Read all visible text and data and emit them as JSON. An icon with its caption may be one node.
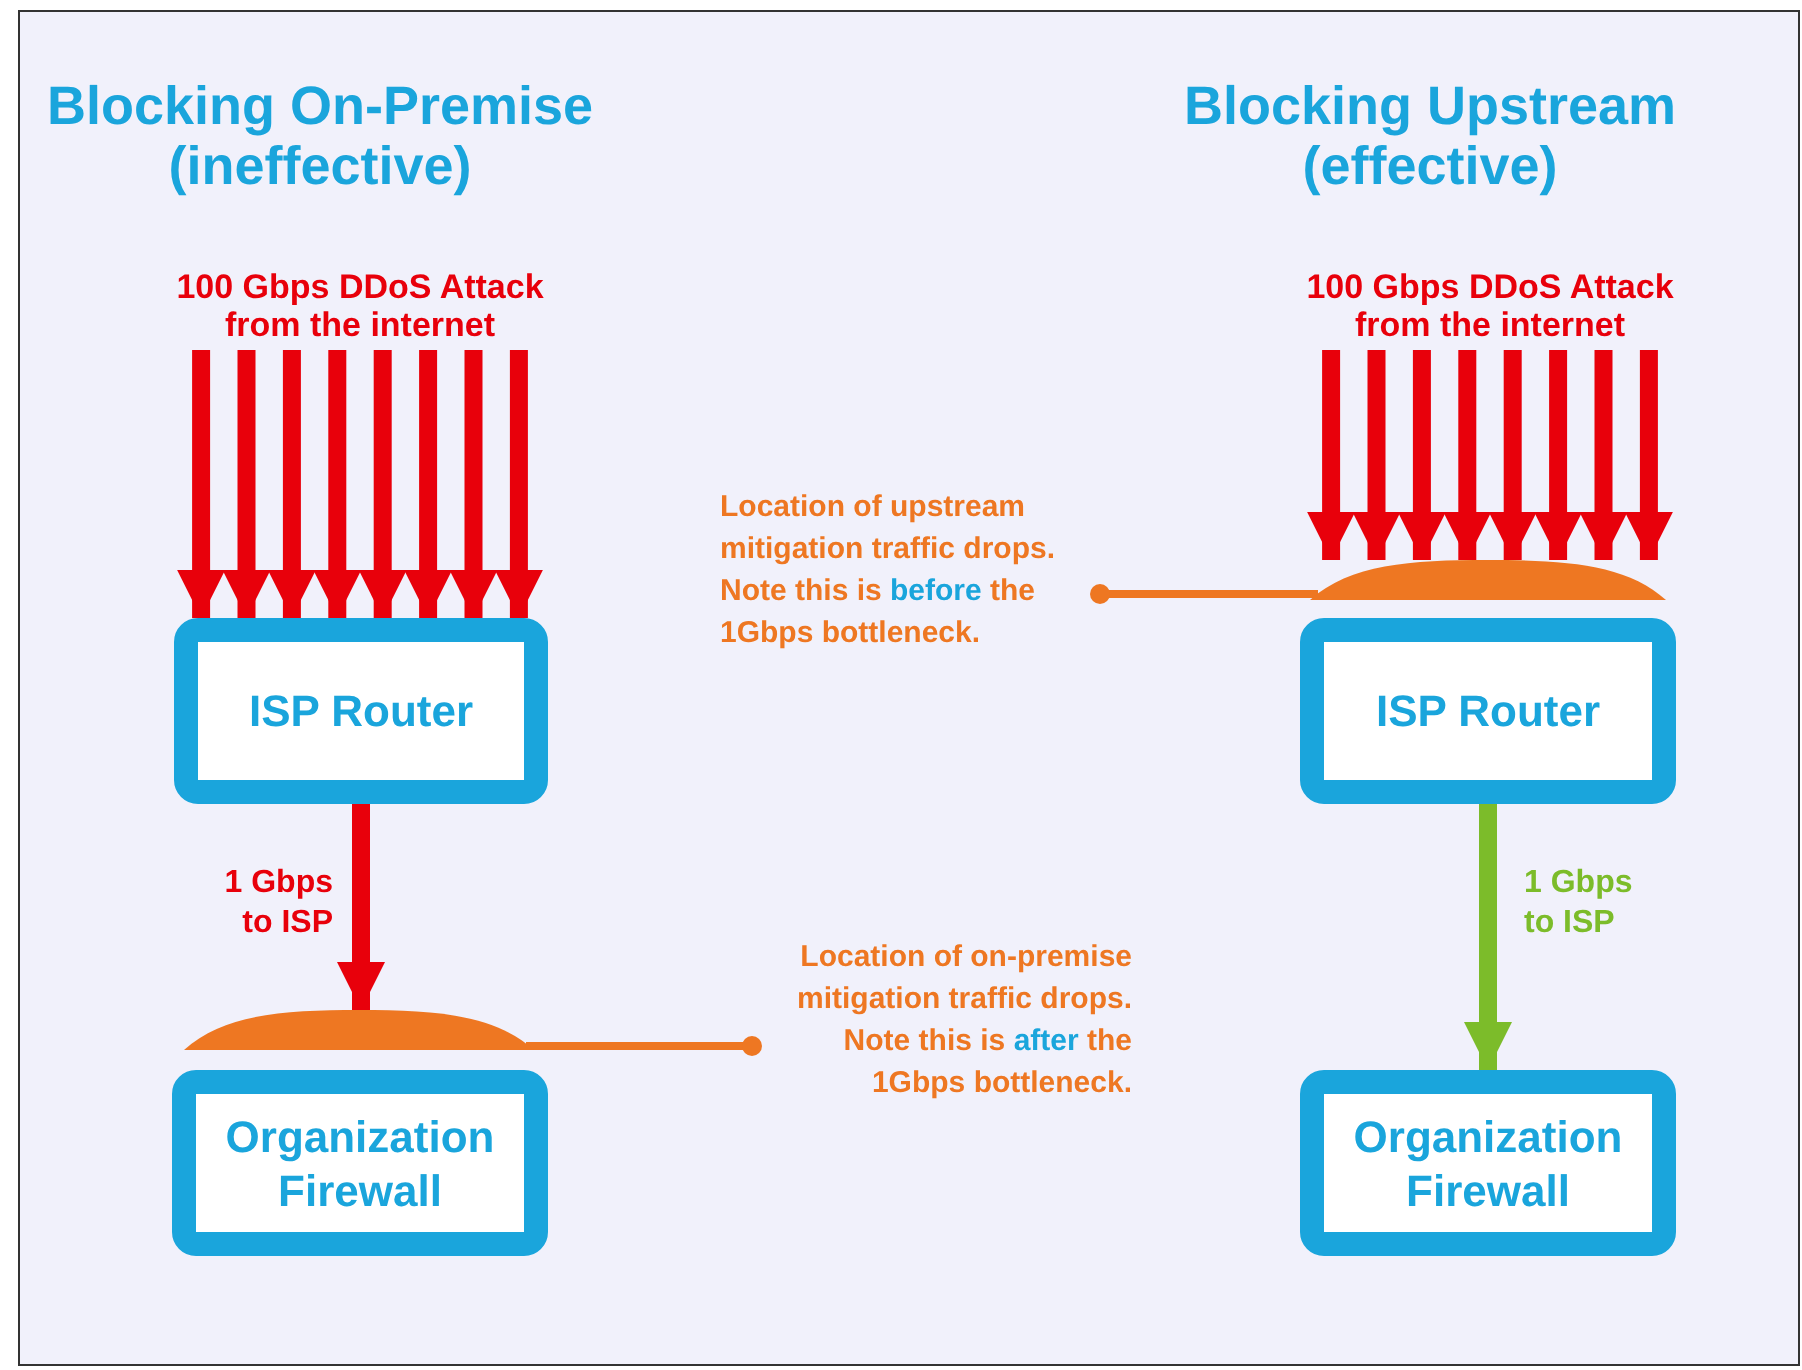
{
  "diagram": {
    "nodes": [
      {
        "text": [
          "100 Gbps DDoS Attack from the internet"
        ]
      },
      {
        "text": [
          "ISP Router"
        ]
      },
      {
        "text": [
          "Organization Firewall"
        ]
      },
      {
        "text": [],
        "shape": "bar"
      },
      {
        "text": [
          "Location of on-premise mitigation traffic drops. Note this is **after** the 1Gbps bottleneck."
        ]
      },
      {
        "text": [
          "100 Gbps DDoS Attack from the internet"
        ]
      },
      {
        "text": [],
        "shape": "bar"
      },
      {
        "text": [
          "Location of upstream mitigation traffic drops. Note this is **before** the 1Gbps bottleneck."
        ]
      },
      {
        "text": [
          "ISP Router"
        ]
      },
      {
        "text": [
          "Organization Firewall"
        ]
      }
    ],
    "edges": [
      {
        "from": 0,
        "to": 1,
        "arrow": "to"
      },
      {
        "from": 0,
        "to": 1,
        "arrow": "to"
      },
      {
        "from": 0,
        "to": 1,
        "arrow": "to"
      },
      {
        "from": 0,
        "to": 1,
        "arrow": "to"
      },
      {
        "from": 0,
        "to": 1,
        "arrow": "to"
      },
      {
        "from": 0,
        "to": 1,
        "arrow": "to"
      },
      {
        "from": 0,
        "to": 1,
        "arrow": "to"
      },
      {
        "from": 0,
        "to": 1,
        "arrow": "to"
      },
      {
        "from": 1,
        "to": 3,
        "arrow": "to",
        "label": "1 Gbps to ISP"
      },
      {
        "from": 4,
        "to": 3,
        "arrow": "other",
        "color": "#ee7722"
      },
      {
        "from": 5,
        "to": 6,
        "arrow": "to"
      },
      {
        "from": 5,
        "to": 6,
        "arrow": "to"
      },
      {
        "from": 5,
        "to": 6,
        "arrow": "to"
      },
      {
        "from": 5,
        "to": 6,
        "arrow": "to"
      },
      {
        "from": 5,
        "to": 6,
        "arrow": "to"
      },
      {
        "from": 5,
        "to": 6,
        "arrow": "to"
      },
      {
        "from": 5,
        "to": 6,
        "arrow": "to"
      },
      {
        "from": 5,
        "to": 6,
        "arrow": "to"
      },
      {
        "from": 7,
        "to": 6,
        "arrow": "other",
        "color": "#ee7722"
      },
      {
        "from": 8,
        "to": 9,
        "arrow": "to",
        "color": "#7cbc2a",
        "label": "1 Gbps to ISP"
      }
    ],
    "labels": [
      "Blocking On-Premise (ineffective)",
      "Blocking Upstream (effective)"
    ]
  }
}
